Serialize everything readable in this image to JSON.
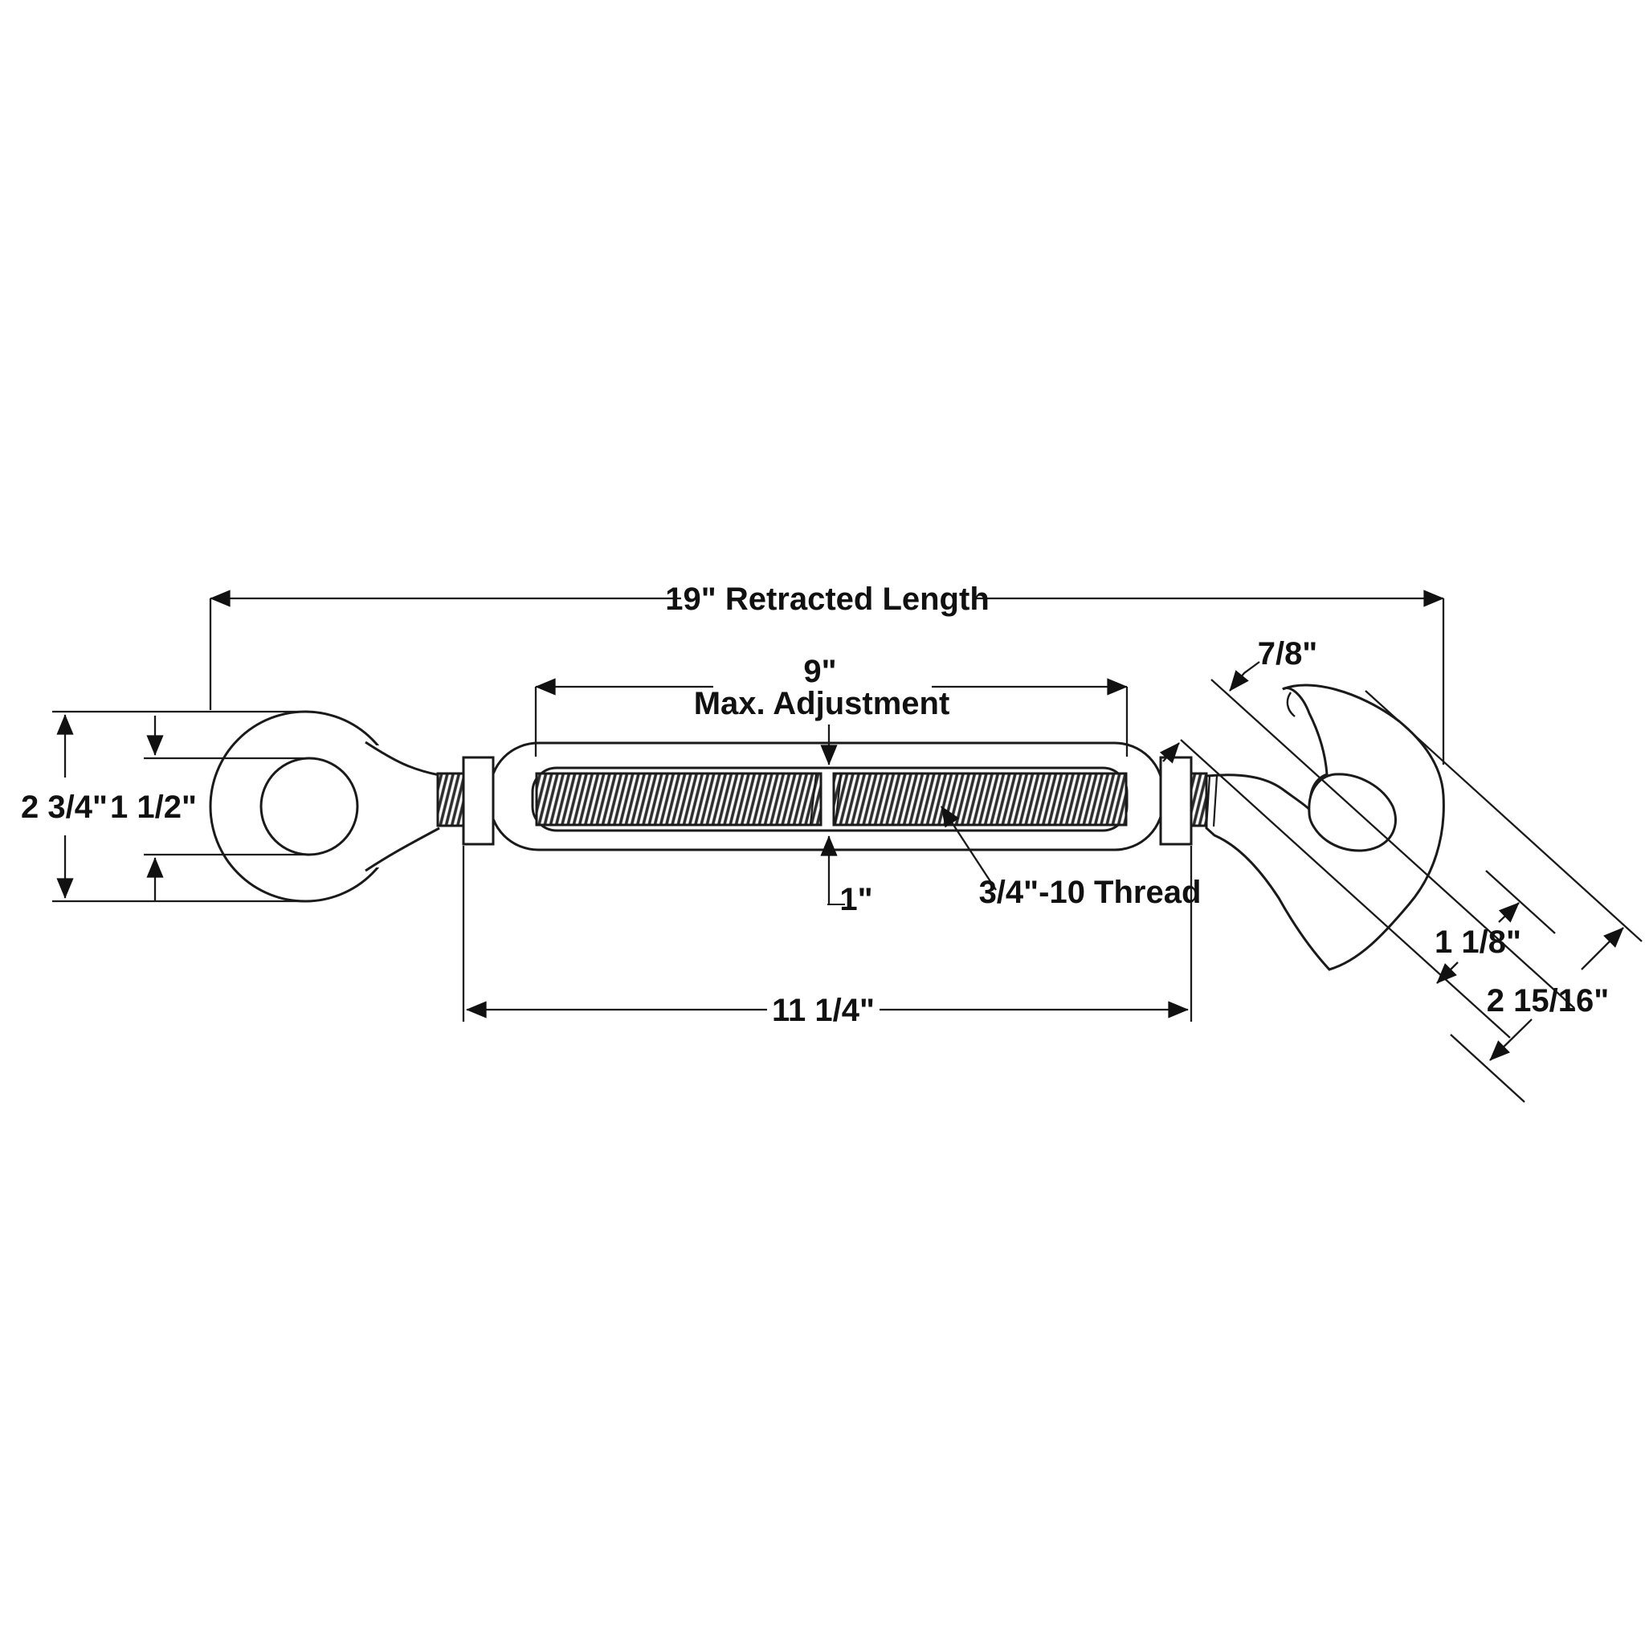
{
  "drawing": {
    "labels": {
      "retracted_length": "19\" Retracted Length",
      "max_adjustment_value": "9\"",
      "max_adjustment_label": "Max. Adjustment",
      "hook_opening": "7/8\"",
      "eye_outer_diameter": "2 3/4\"",
      "eye_inner_diameter": "1 1/2\"",
      "body_opening_height": "1\"",
      "thread_spec": "3/4\"-10 Thread",
      "body_length": "11 1/4\"",
      "hook_section_diameter": "1 1/8\"",
      "hook_overall_width": "2 15/16\""
    },
    "colors": {
      "line": "#1a1a1a",
      "background": "#ffffff",
      "thread_hatch": "#2f2f2f"
    }
  }
}
